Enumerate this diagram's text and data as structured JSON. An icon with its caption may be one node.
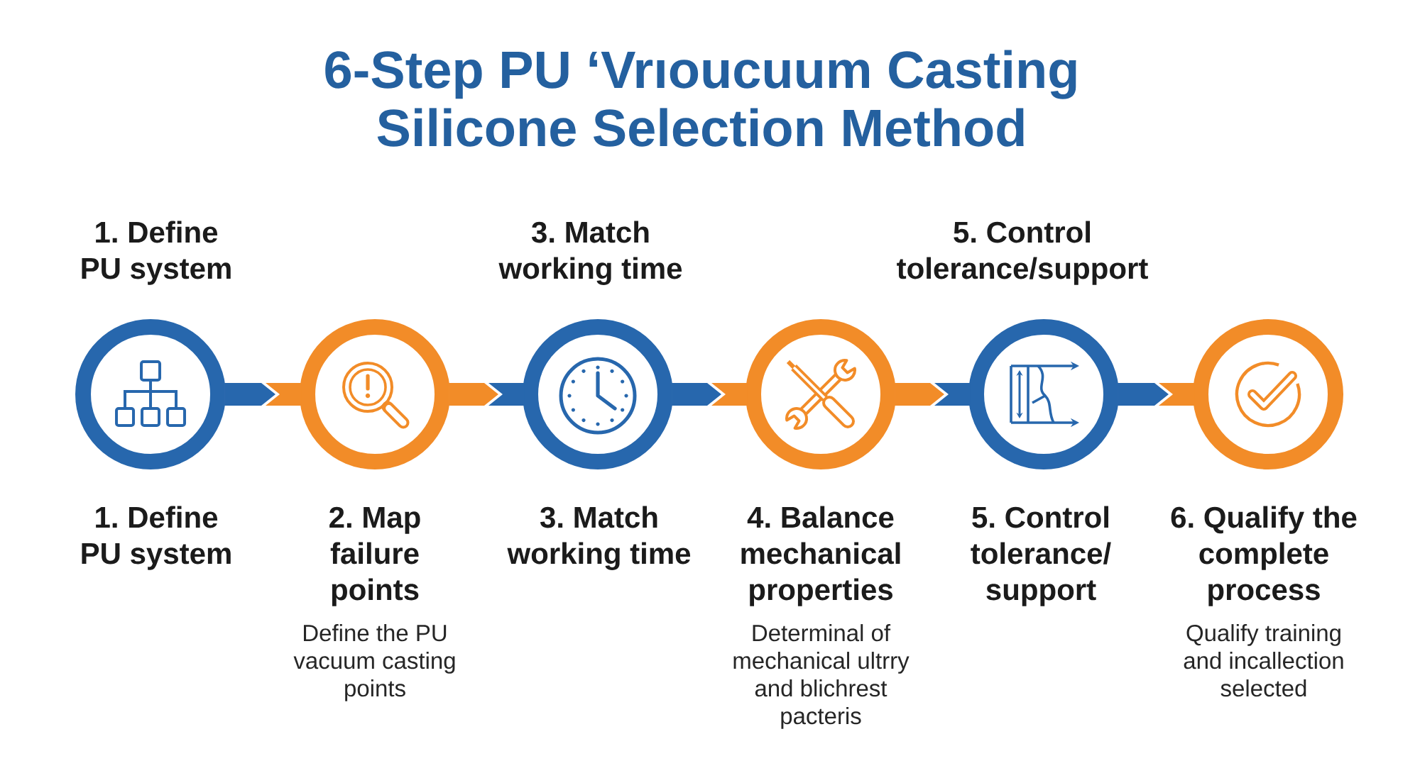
{
  "diagram": {
    "title": "6-Step PU ‘Vrıoucuum Casting Silicone Selection Method",
    "nodes": [
      {
        "text": [
          "1. Define PU system"
        ],
        "beside": [
          "1. Define PU system"
        ]
      },
      {
        "text": [
          "2. Map failure points",
          "Define the PU vacuum casting points"
        ]
      },
      {
        "text": [
          "3. Match working time"
        ],
        "beside": [
          "3. Match working time"
        ]
      },
      {
        "text": [
          "4. Balance mechanical properties",
          "Determinal of mechanical ultrry and blichrest pacteris"
        ]
      },
      {
        "text": [
          "5. Control tolerance/ support"
        ],
        "beside": [
          "5. Control tolerance/support"
        ]
      },
      {
        "text": [
          "6. Qualify the complete process",
          "Qualify training and incallection selected"
        ]
      }
    ],
    "edges": [
      {
        "from": 0,
        "to": 1,
        "arrow": "to"
      },
      {
        "from": 1,
        "to": 2,
        "arrow": "to",
        "color": "#2767ad"
      },
      {
        "from": 2,
        "to": 3,
        "arrow": "to"
      },
      {
        "from": 3,
        "to": 4,
        "arrow": "to",
        "color": "#2767ad"
      },
      {
        "from": 4,
        "to": 5,
        "arrow": "to"
      }
    ]
  }
}
